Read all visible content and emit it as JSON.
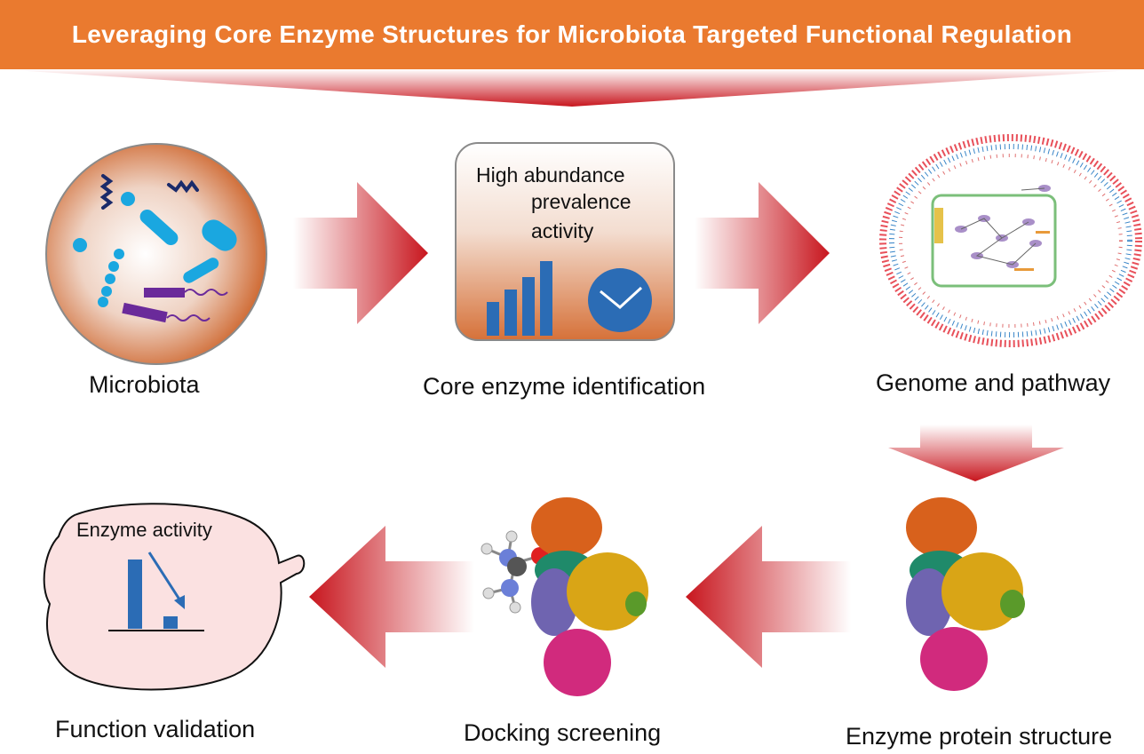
{
  "header": {
    "title": "Leveraging Core Enzyme Structures for Microbiota Targeted Functional Regulation"
  },
  "steps": {
    "microbiota": "Microbiota",
    "core_enzyme": "Core enzyme identification",
    "genome": "Genome and pathway",
    "structure": "Enzyme protein structure",
    "docking": "Docking screening",
    "validation": "Function validation"
  },
  "core_card": {
    "line1": "High abundance",
    "line2": "prevalence",
    "line3": "activity"
  },
  "validation_card": {
    "title": "Enzyme activity"
  },
  "colors": {
    "banner": "#ea7a2f",
    "arrow_red": "#c8161e",
    "bacteria_cyan": "#1aa7e0",
    "bacteria_purple": "#6a2a9a",
    "bar_blue": "#2b6cb5",
    "protein_orange": "#d8611c",
    "protein_green": "#1f8a6a",
    "protein_gold": "#d9a516",
    "protein_purple": "#6f64b0",
    "protein_pink": "#d12a7d"
  }
}
